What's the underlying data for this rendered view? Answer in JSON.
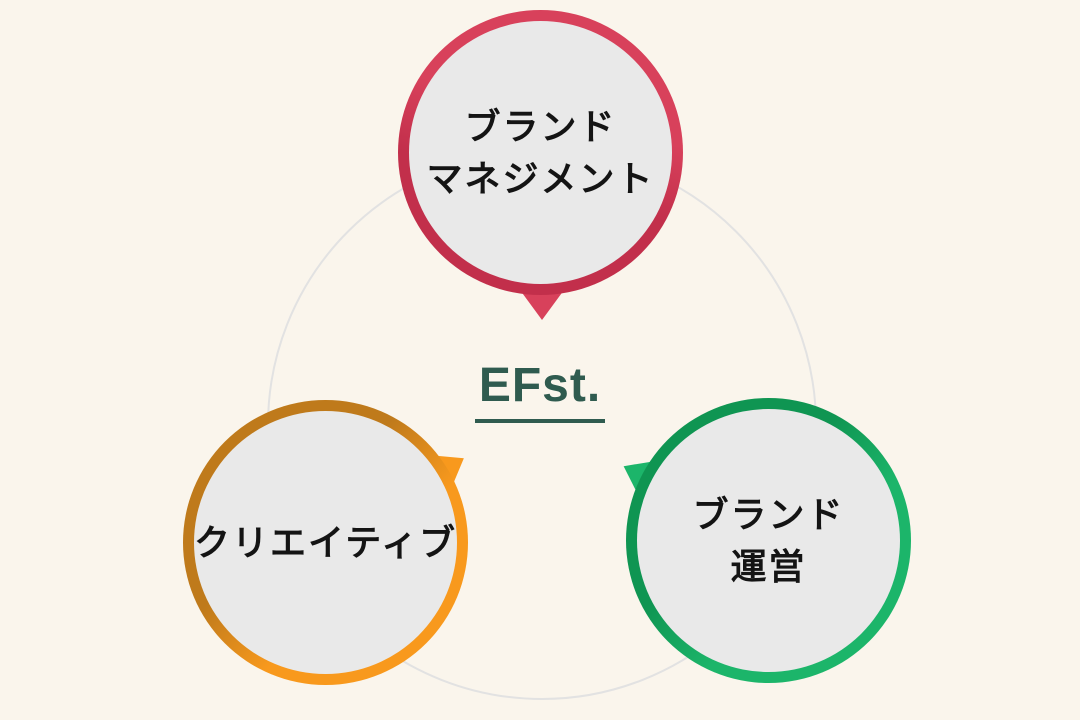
{
  "center": {
    "label": "EFst.",
    "color": "#2f5b4f"
  },
  "nodes": {
    "brand_management": {
      "line1": "ブランド",
      "line2": "マネジメント",
      "color_light": "#d8415b",
      "color_dark": "#c22f4b"
    },
    "creative": {
      "line1": "クリエイティブ",
      "line2": "",
      "color_light": "#f8991d",
      "color_dark": "#bf7a1b"
    },
    "brand_operation": {
      "line1": "ブランド",
      "line2": "運営",
      "color_light": "#1cb56a",
      "color_dark": "#0f9552"
    }
  },
  "colors": {
    "background": "#faf5ec",
    "node_fill": "#e9e9e9",
    "ring": "#e2e2e2",
    "text": "#141414"
  }
}
